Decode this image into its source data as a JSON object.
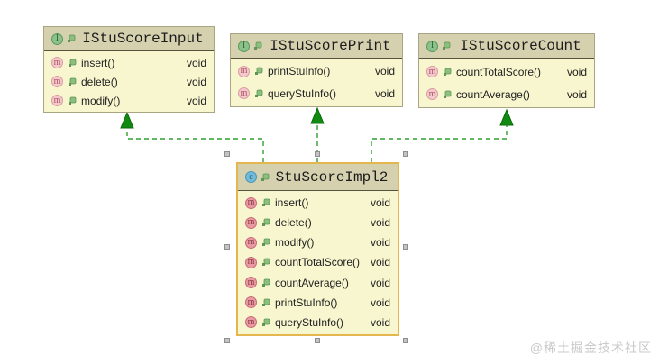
{
  "diagram_title": "UML interface implementation diagram",
  "icons": {
    "interface_letter": "I",
    "class_letter": "c",
    "method_letter": "m",
    "visibility_icon": "key-icon"
  },
  "interfaces": [
    {
      "name": "IStuScoreInput",
      "methods": [
        {
          "name": "insert()",
          "ret": "void"
        },
        {
          "name": "delete()",
          "ret": "void"
        },
        {
          "name": "modify()",
          "ret": "void"
        }
      ]
    },
    {
      "name": "IStuScorePrint",
      "methods": [
        {
          "name": "printStuInfo()",
          "ret": "void"
        },
        {
          "name": "queryStuInfo()",
          "ret": "void"
        }
      ]
    },
    {
      "name": "IStuScoreCount",
      "methods": [
        {
          "name": "countTotalScore()",
          "ret": "void"
        },
        {
          "name": "countAverage()",
          "ret": "void"
        }
      ]
    }
  ],
  "implementation_class": {
    "name": "StuScoreImpl2",
    "methods": [
      {
        "name": "insert()",
        "ret": "void"
      },
      {
        "name": "delete()",
        "ret": "void"
      },
      {
        "name": "modify()",
        "ret": "void"
      },
      {
        "name": "countTotalScore()",
        "ret": "void"
      },
      {
        "name": "countAverage()",
        "ret": "void"
      },
      {
        "name": "printStuInfo()",
        "ret": "void"
      },
      {
        "name": "queryStuInfo()",
        "ret": "void"
      }
    ]
  },
  "relationships": [
    {
      "from": "StuScoreImpl2",
      "to": "IStuScoreInput",
      "type": "implements"
    },
    {
      "from": "StuScoreImpl2",
      "to": "IStuScorePrint",
      "type": "implements"
    },
    {
      "from": "StuScoreImpl2",
      "to": "IStuScoreCount",
      "type": "implements"
    }
  ],
  "colors": {
    "box_body": "#f8f6cf",
    "box_header": "#d5d1af",
    "interface_border": "#a9a583",
    "selected_class_border": "#e3b74e",
    "arrow_line_green": "#2fa12f",
    "arrowhead_green": "#108a10",
    "watermark_gray": "#c9c9c9"
  },
  "watermark": "@稀土掘金技术社区"
}
